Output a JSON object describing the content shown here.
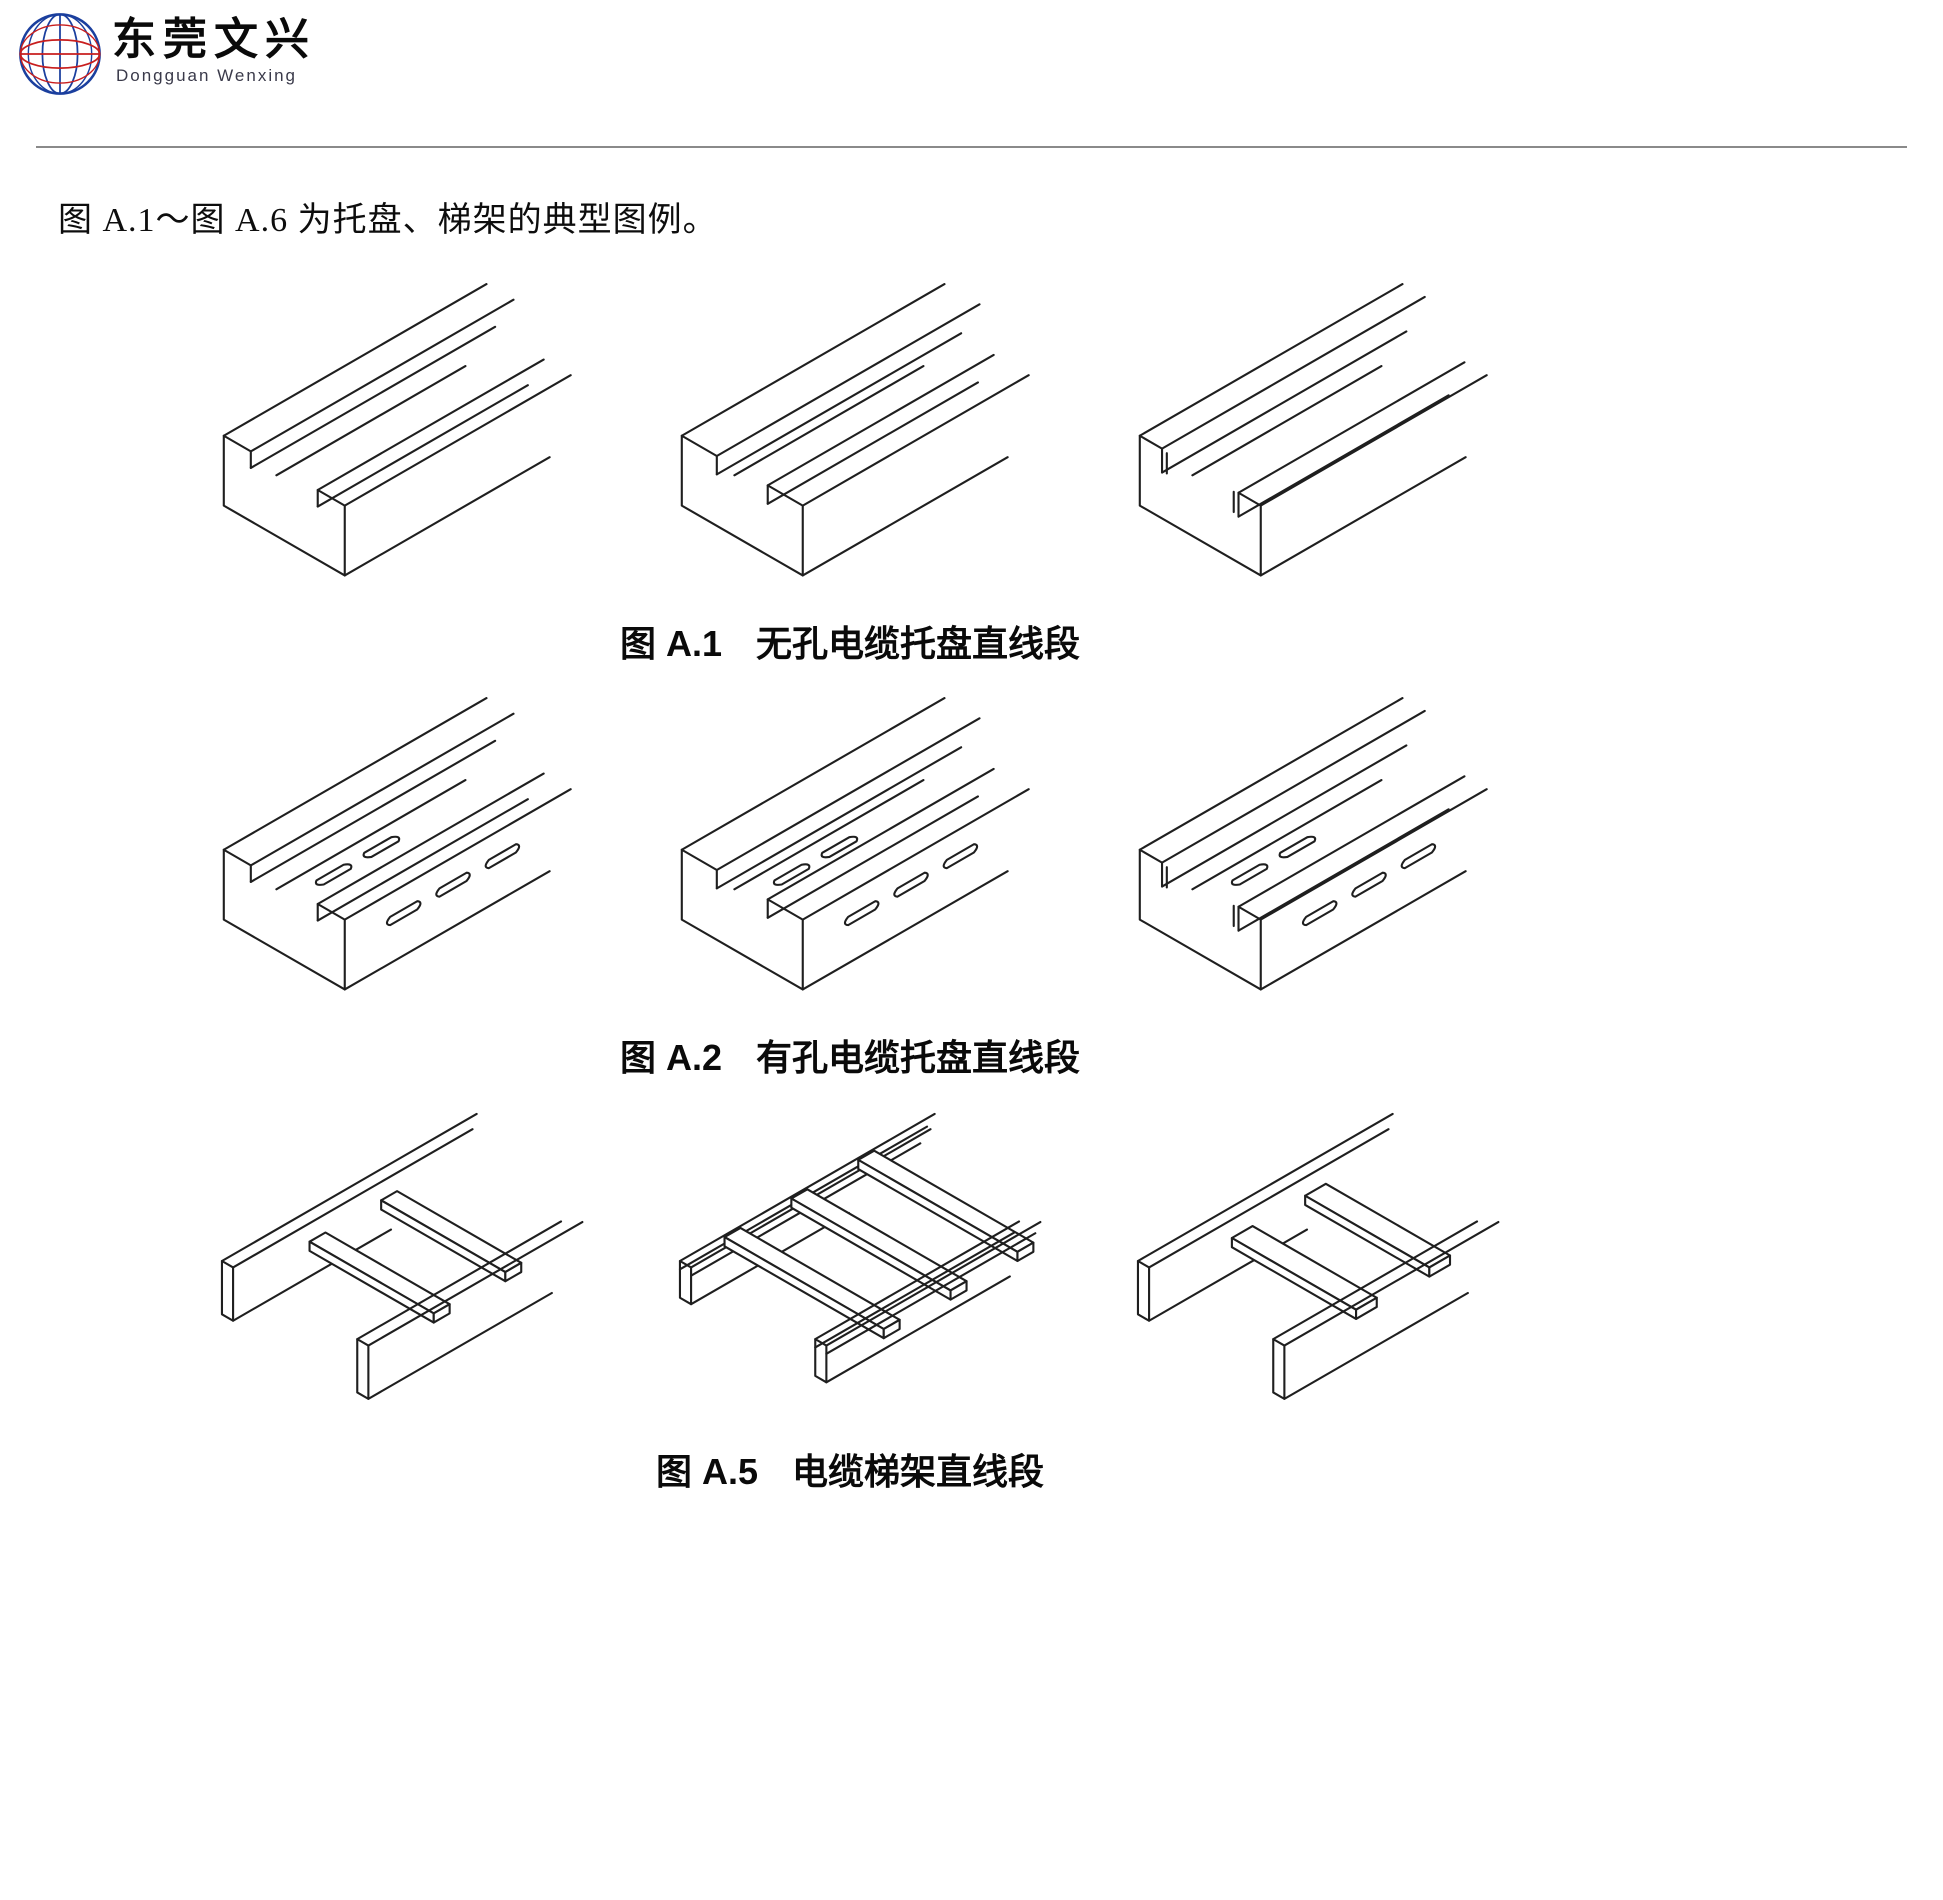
{
  "logo": {
    "brand_cn": "东莞文兴",
    "brand_en": "Dongguan  Wenxing",
    "globe_icon": "wireframe-globe"
  },
  "intro": "图 A.1～图 A.6 为托盘、梯架的典型图例。",
  "figures": [
    {
      "label": "图 A.1",
      "title": "无孔电缆托盘直线段",
      "drawing": "plain-cable-tray-straight-section",
      "variants": 3
    },
    {
      "label": "图 A.2",
      "title": "有孔电缆托盘直线段",
      "drawing": "perforated-cable-tray-straight-section",
      "variants": 3
    },
    {
      "label": "图 A.5",
      "title": "电缆梯架直线段",
      "drawing": "cable-ladder-straight-section",
      "variants": 3
    }
  ],
  "colors": {
    "line": "#1f1f1f",
    "logo_blue": "#1b3f9e",
    "logo_red": "#c81e1e"
  }
}
